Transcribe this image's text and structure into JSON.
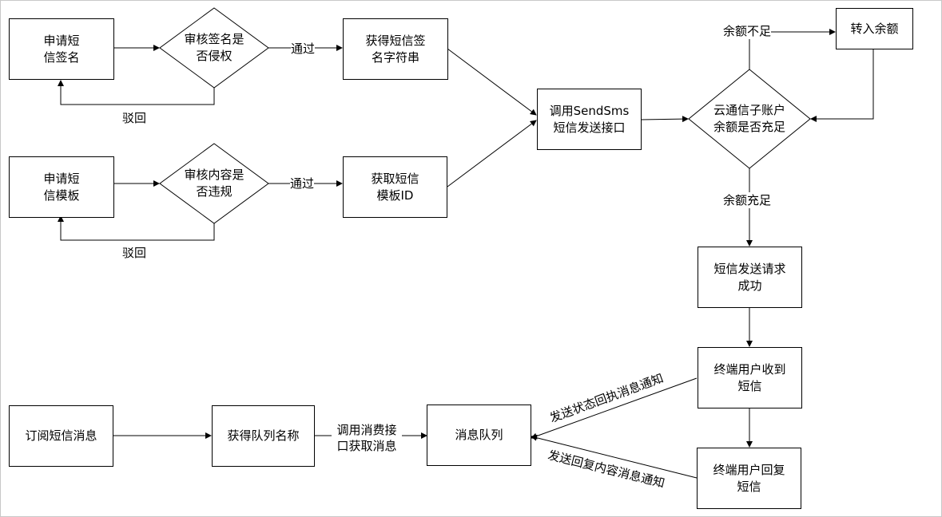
{
  "nodes": {
    "apply_signature": "申请短\n信签名",
    "review_signature": "审核签名是\n否侵权",
    "get_signature_string": "获得短信签\n名字符串",
    "apply_template": "申请短\n信模板",
    "review_template": "审核内容是\n否违规",
    "get_template_id": "获取短信\n模板ID",
    "call_sendsms": "调用SendSms\n短信发送接口",
    "balance_check": "云通信子账户\n余额是否充足",
    "transfer_balance": "转入余额",
    "send_success": "短信发送请求\n成功",
    "terminal_receive": "终端用户收到\n短信",
    "terminal_reply": "终端用户回复\n短信",
    "subscribe": "订阅短信消息",
    "get_queue_name": "获得队列名称",
    "message_queue": "消息队列"
  },
  "labels": {
    "pass_1": "通过",
    "reject_1": "驳回",
    "pass_2": "通过",
    "reject_2": "驳回",
    "insufficient": "余额不足",
    "sufficient": "余额充足",
    "consume": "调用消费接\n口获取消息",
    "status_receipt": "发送状态回执消息通知",
    "reply_notice": "发送回复内容消息通知"
  },
  "colors": {
    "stroke": "#000000",
    "frame": "#c8c8c8"
  }
}
